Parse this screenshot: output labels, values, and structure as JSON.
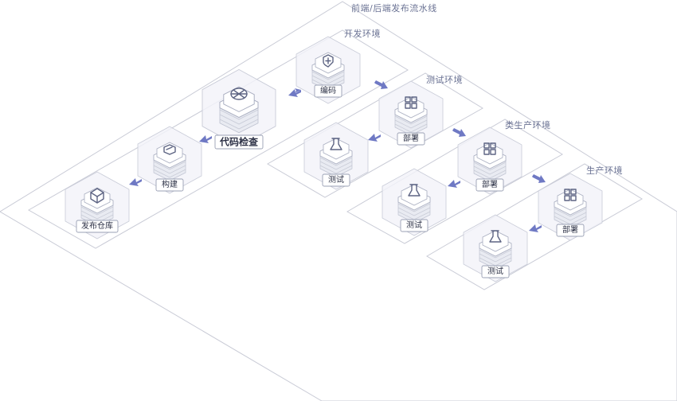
{
  "diagram": {
    "title": "前端/后端发布流水线",
    "zones": {
      "dev": "开发环境",
      "test": "测试环境",
      "preprod": "类生产环境",
      "prod": "生产环境"
    },
    "nodes": {
      "code": "编码",
      "code_check": "代码检查",
      "build": "构建",
      "release_repo": "发布仓库",
      "test_deploy": "部署",
      "test_test": "测试",
      "preprod_deploy": "部署",
      "preprod_test": "测试",
      "prod_deploy": "部署",
      "prod_test": "测试"
    },
    "icons": {
      "code": "shield-plus-icon",
      "code_check": "globe-compass-icon",
      "build": "package-icon",
      "release_repo": "cube-icon",
      "deploy": "grid-blocks-icon",
      "test": "flask-icon"
    },
    "colors": {
      "zone_border": "#c9cbd6",
      "arrow": "#6f79c4",
      "label_text": "#6b7394"
    }
  }
}
